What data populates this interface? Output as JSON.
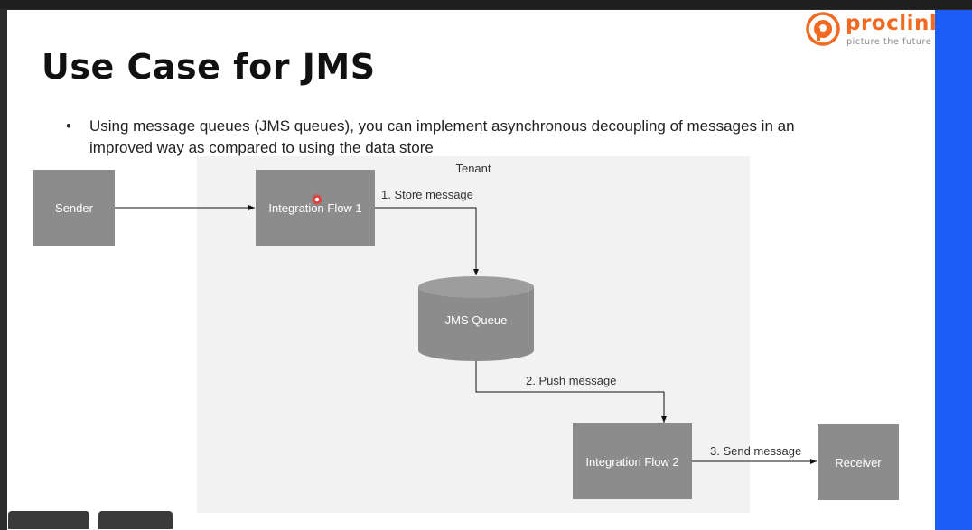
{
  "logo": {
    "name": "proclink",
    "tagline": "picture the future"
  },
  "slide": {
    "title": "Use Case for JMS",
    "bullet": "Using message queues (JMS queues), you can implement asynchronous decoupling of messages in an improved way as compared to using the data store"
  },
  "diagram": {
    "group_label": "Tenant",
    "nodes": {
      "sender": "Sender",
      "flow1": "Integration Flow 1",
      "queue": "JMS Queue",
      "flow2": "Integration Flow 2",
      "receiver": "Receiver"
    },
    "edges": {
      "store": "1. Store message",
      "push": "2. Push message",
      "send": "3. Send message"
    }
  },
  "colors": {
    "logo_orange": "#f26a21",
    "box_gray": "#8c8c8c",
    "tenant_bg": "#f2f2f2",
    "side_strip_blue": "#1a5cf5"
  }
}
